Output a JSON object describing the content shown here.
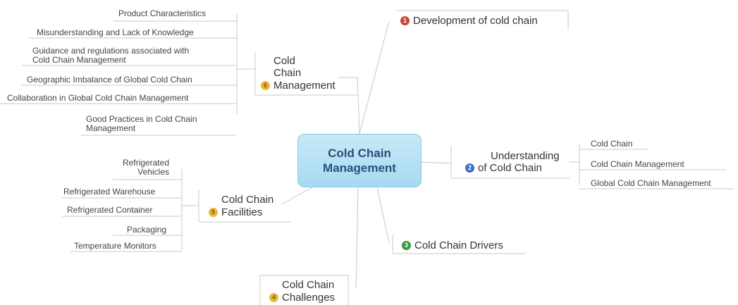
{
  "root": {
    "line1": "Cold Chain",
    "line2": "Management"
  },
  "branches": {
    "development": {
      "badge": "1",
      "label": "Development of cold chain"
    },
    "understanding": {
      "badge": "2",
      "line1": "Understanding",
      "line2": "of Cold Chain",
      "children": [
        "Cold Chain",
        "Cold Chain Management",
        "Global Cold Chain Management"
      ]
    },
    "drivers": {
      "badge": "3",
      "label": "Cold Chain Drivers"
    },
    "challenges": {
      "badge": "4",
      "line1": "Cold Chain",
      "line2": "Challenges"
    },
    "facilities": {
      "badge": "5",
      "line1": "Cold Chain",
      "line2": "Facilities",
      "children": [
        {
          "line1": "Refrigerated",
          "line2": "Vehicles"
        },
        {
          "line1": "Refrigerated Warehouse"
        },
        {
          "line1": "Refrigerated Container"
        },
        {
          "line1": "Packaging"
        },
        {
          "line1": "Temperature Monitors"
        }
      ]
    },
    "management": {
      "badge": "6",
      "line1": "Cold",
      "line2": "Chain",
      "line3": "Management",
      "children": [
        {
          "line1": "Product Characteristics"
        },
        {
          "line1": "Misunderstanding and Lack of Knowledge"
        },
        {
          "line1": "Guidance and regulations associated with",
          "line2": "Cold Chain Management"
        },
        {
          "line1": "Geographic Imbalance of Global Cold Chain"
        },
        {
          "line1": "Collaboration in Global Cold Chain Management"
        },
        {
          "line1": "Good Practices in Cold Chain",
          "line2": "Management"
        }
      ]
    }
  },
  "colors": {
    "root_fill": "#b5e0f4",
    "root_text": "#2b4f78",
    "line": "#c4c4c4",
    "badge_1": "#c9463a",
    "badge_2": "#3d6fc6",
    "badge_3": "#3b9a3b",
    "badge_4": "#e8b93a",
    "badge_5": "#e8b93a",
    "badge_6": "#e8b93a"
  }
}
